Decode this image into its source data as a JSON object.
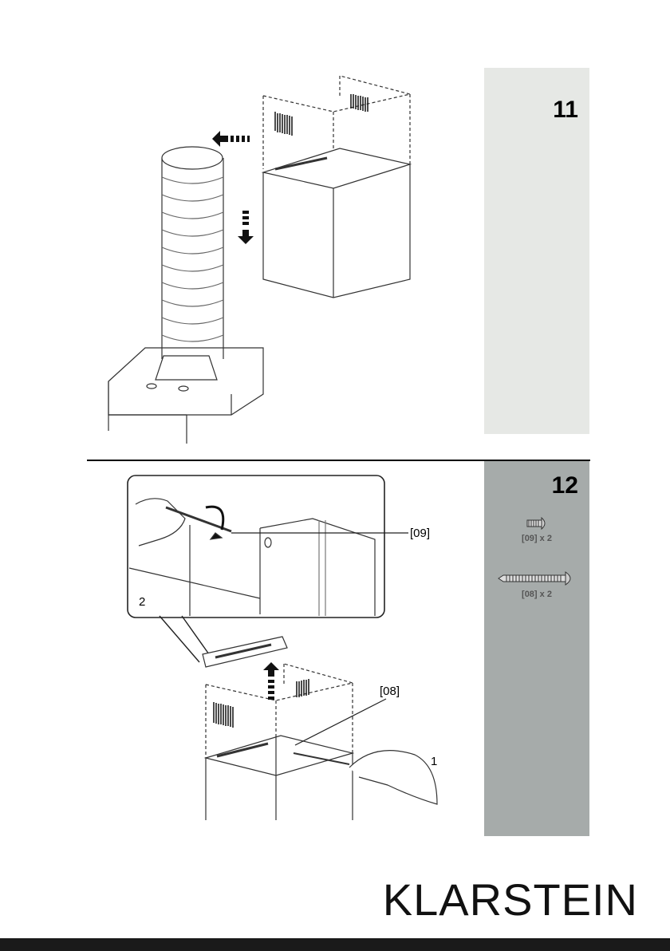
{
  "step11": {
    "number": "11"
  },
  "step12": {
    "number": "12",
    "parts": [
      {
        "icon": "short-screw-icon",
        "label": "[09] x 2"
      },
      {
        "icon": "long-screw-icon",
        "label": "[08] x 2"
      }
    ],
    "callouts": {
      "screw_09": "[09]",
      "screw_08": "[08]",
      "detail": "2",
      "hand": "1"
    }
  },
  "brand": {
    "name": "KLARSTEIN"
  },
  "colors": {
    "sidebar_light": "#e6e8e5",
    "sidebar_dark": "#a6abaa",
    "footer": "#1a1a1a"
  }
}
